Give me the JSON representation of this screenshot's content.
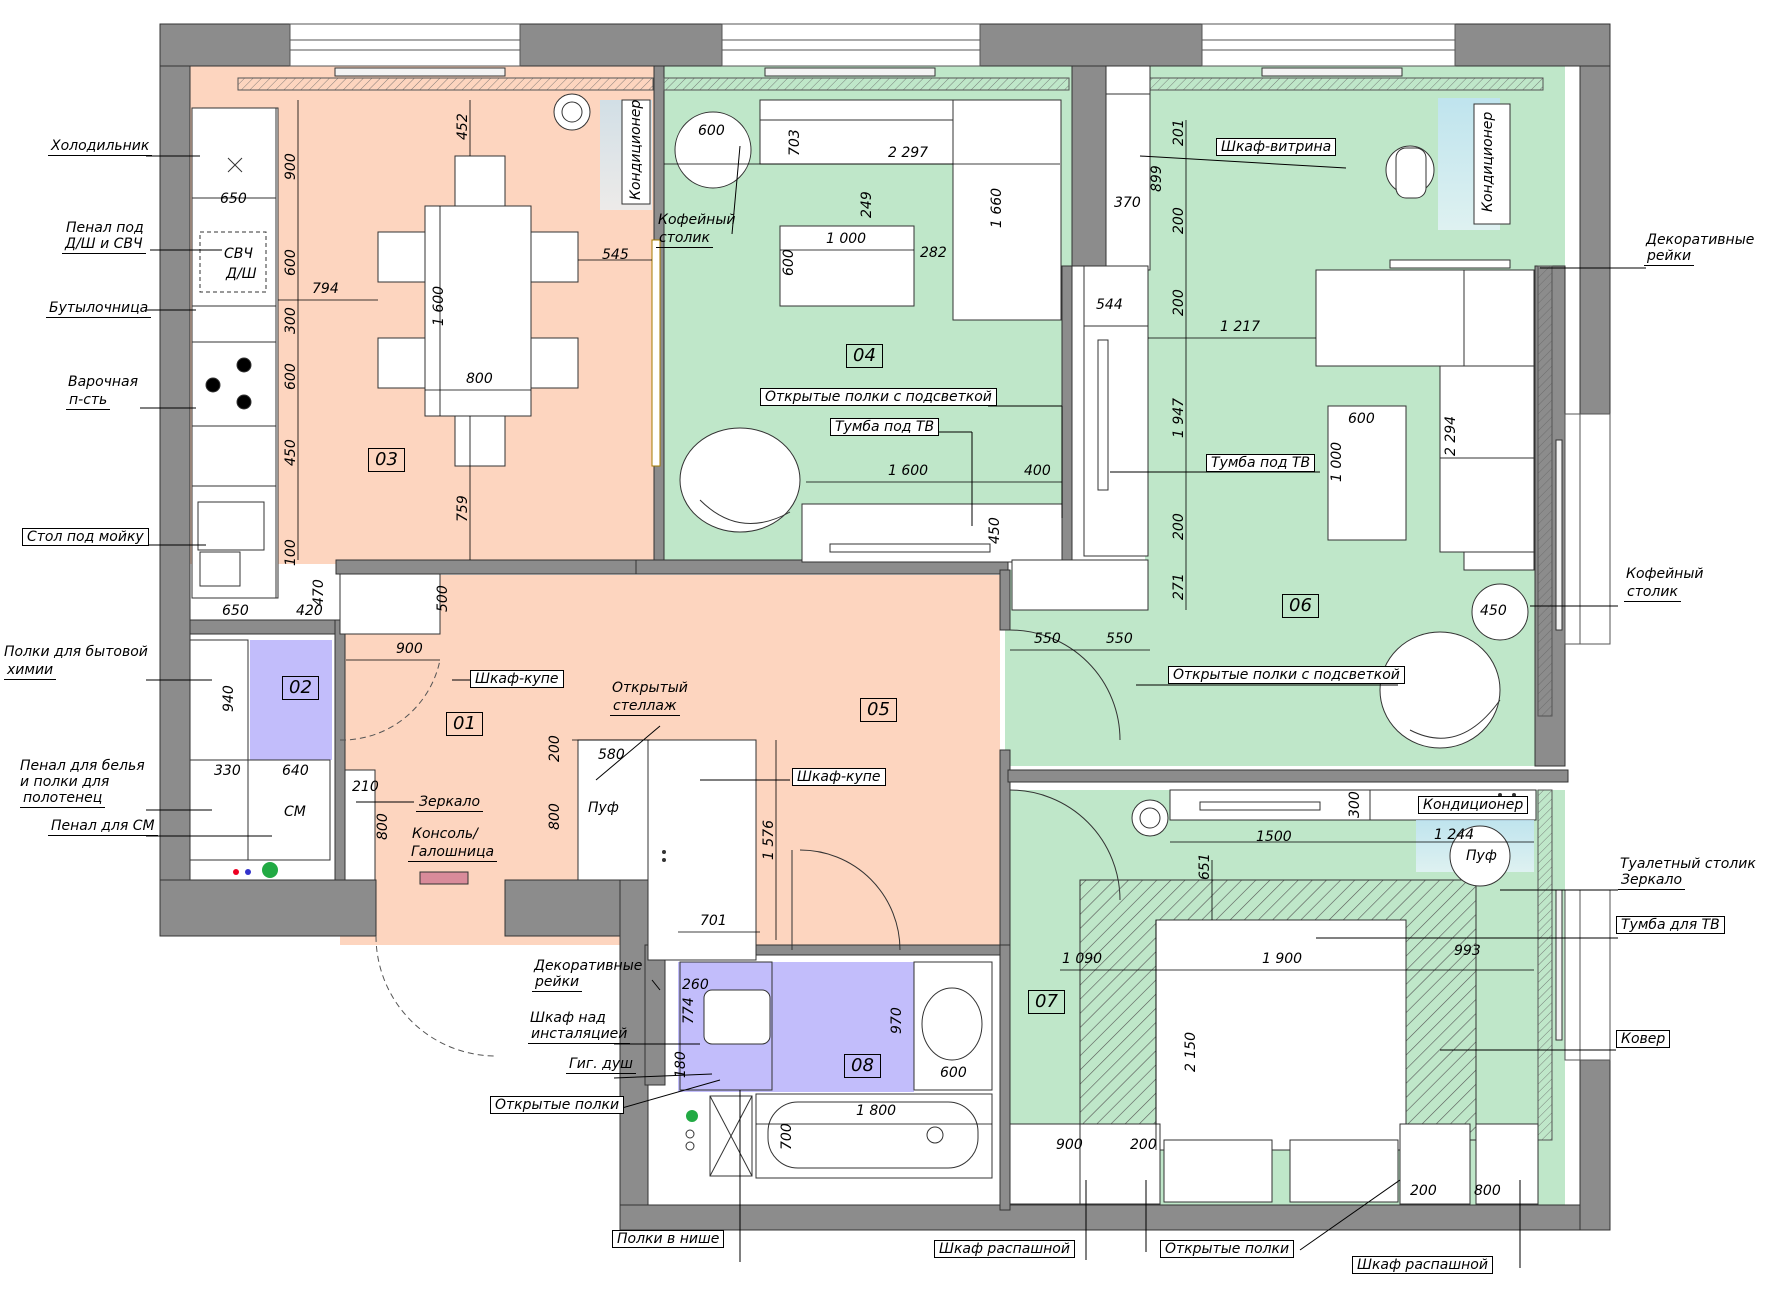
{
  "rooms": [
    "01",
    "02",
    "03",
    "04",
    "05",
    "06",
    "07",
    "08"
  ],
  "labels": {
    "fridge": "Холодильник",
    "pencil_case_line1": "Пенал под",
    "pencil_case_line2": "Д/Ш и СВЧ",
    "bottle_holder": "Бутылочница",
    "cooktop_line1": "Варочная",
    "cooktop_line2": "п-сть",
    "sink_table": "Стол под мойку",
    "chem_shelves_line1": "Полки для бытовой",
    "chem_shelves_line2": "химии",
    "linen_line1": "Пенал для белья",
    "linen_line2": "и полки для",
    "linen_line3": "полотенец",
    "wm_case": "Пенал для СМ",
    "conditioner": "Кондиционер",
    "coffee_table_line1": "Кофейный",
    "coffee_table_line2": "столик",
    "open_shelves_lit": "Открытые полки с подсветкой",
    "tv_stand": "Тумба под ТВ",
    "showcase": "Шкаф-витрина",
    "decor_slats_line1": "Декоративные",
    "decor_slats_line2": "рейки",
    "wardrobe_coupe": "Шкаф-купе",
    "open_rack_line1": "Открытый",
    "open_rack_line2": "стеллаж",
    "mirror": "Зеркало",
    "console_line1": "Консоль/",
    "console_line2": "Галошница",
    "pouf": "Пуф",
    "wm": "СМ",
    "microwave": "СВЧ",
    "dishwasher": "Д/Ш",
    "cabinet_install_line1": "Шкаф над",
    "cabinet_install_line2": "инсталяцией",
    "hyg_shower": "Гиг. душ",
    "open_shelves": "Открытые полки",
    "niche_shelves": "Полки в нише",
    "swing_wardrobe": "Шкаф распашной",
    "dressing_line1": "Туалетный столик",
    "dressing_line2": "Зеркало",
    "tv_stand_for": "Тумба для ТВ",
    "carpet": "Ковер"
  },
  "dims": [
    "452",
    "900",
    "650",
    "600",
    "794",
    "300",
    "600",
    "450",
    "1 600",
    "545",
    "800",
    "759",
    "100",
    "470",
    "650",
    "420",
    "500",
    "900",
    "940",
    "330",
    "640",
    "210",
    "800",
    "200",
    "580",
    "800",
    "600",
    "703",
    "2 297",
    "249",
    "1 000",
    "282",
    "600",
    "1 660",
    "1 600",
    "400",
    "450",
    "1 576",
    "701",
    "260",
    "774",
    "970",
    "180",
    "600",
    "1 800",
    "700",
    "201",
    "899",
    "370",
    "200",
    "544",
    "200",
    "1 217",
    "1 947",
    "600",
    "2 294",
    "1 000",
    "200",
    "271",
    "450",
    "550",
    "550",
    "300",
    "1500",
    "1 244",
    "651",
    "1 090",
    "1 900",
    "993",
    "2 150",
    "900",
    "200",
    "200",
    "800"
  ],
  "colors": {
    "kitchen": "#fdd5bf",
    "living": "#bfe7c9",
    "bath": "#c2bdfb",
    "wall": "#8c8c8c",
    "window_frame": "#9a9a9a"
  }
}
